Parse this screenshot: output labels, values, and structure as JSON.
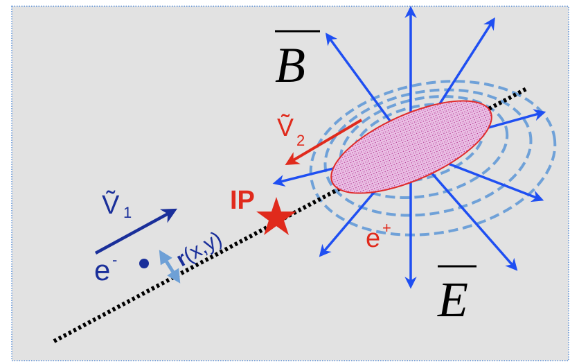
{
  "labels": {
    "field_b": "B",
    "field_e": "E",
    "ip": "IP",
    "v1": "Ṽ",
    "v1_sub": "1",
    "v2": "Ṽ",
    "v2_sub": "2",
    "electron": "e",
    "electron_sup": "-",
    "positron": "e",
    "positron_sup": "+",
    "offset_bold": "r",
    "offset_rest": "(x,y)"
  },
  "colors": {
    "background": "#e2e2e2",
    "frame_border": "#5b8fd6",
    "field_arrow": "#1f4ff2",
    "field_ring": "#6fa1d8",
    "bunch_fill": "#e6b8df",
    "bunch_stroke": "#e02a2a",
    "accent_red": "#e02a1c",
    "electron": "#1a2f9a",
    "offset_arrow": "#6ea0d6",
    "beam_line": "#000000"
  },
  "icons": {
    "ip_marker": "star-icon",
    "electron_marker": "dot-icon"
  }
}
